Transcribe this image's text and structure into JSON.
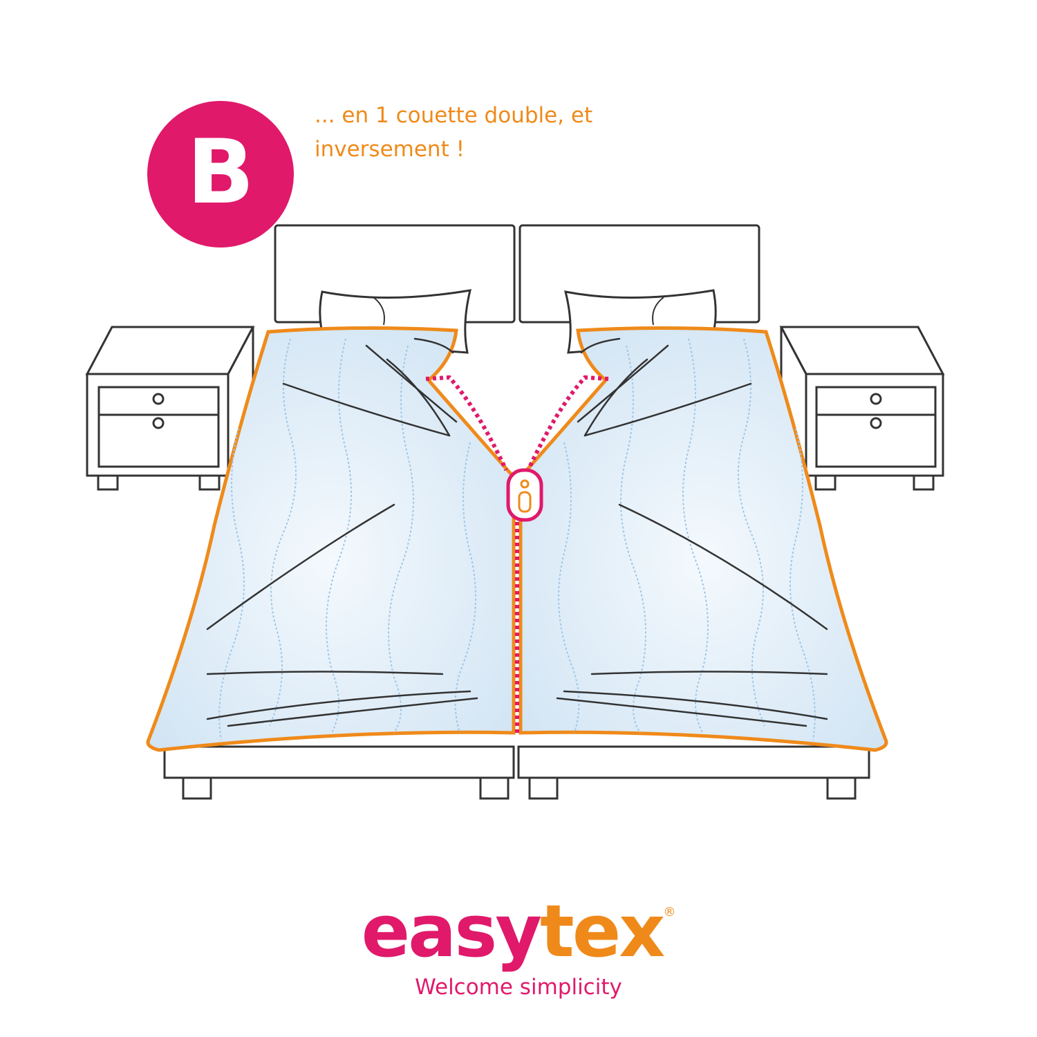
{
  "step": {
    "letter": "B"
  },
  "caption": {
    "line1": "... en 1 couette double, et",
    "line2": "inversement !"
  },
  "brand": {
    "name_part1": "easy",
    "name_part2": "tex",
    "registered": "®",
    "tagline": "Welcome simplicity"
  },
  "colors": {
    "pink": "#e0196b",
    "orange": "#ef8a1a",
    "duvet": "#dbeaf6",
    "outline": "#333333",
    "quilting": "#9fc6e6"
  },
  "illustration": {
    "icons": [
      "bed-icon",
      "nightstand-icon",
      "pillow-icon",
      "duvet-icon",
      "zipper-icon"
    ]
  }
}
